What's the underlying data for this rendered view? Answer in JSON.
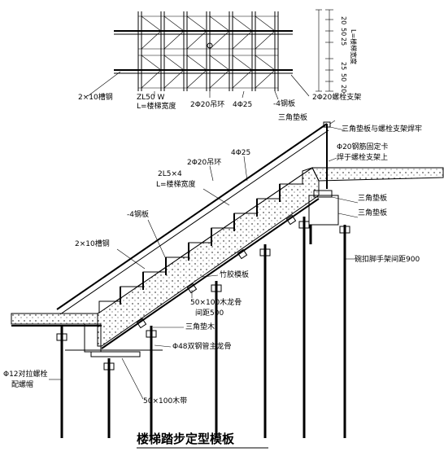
{
  "title": "楼梯踏步定型模板",
  "plan": {
    "label_left_1": "2×10槽钢",
    "label_left_2": "ZL50 W",
    "label_left_3": "L=楼梯宽度",
    "label_mid_1": "2Φ20吊环",
    "label_mid_2": "4Φ25",
    "label_mid_3": "-4钢板",
    "label_right_1": "2Φ20螺栓支架",
    "dim_top_1": "20",
    "dim_top_2": "50",
    "dim_top_3": "25",
    "dim_right_v": "L=楼梯宽度",
    "dim_bot_1": "25",
    "dim_bot_2": "50",
    "dim_bot_3": "20"
  },
  "section": {
    "triangle_pad_top": "三角垫板",
    "pad_bolt_weld": "三角垫板与螺栓支架焊牢",
    "rebar_clip_1": "Φ20钢筋固定卡",
    "rebar_clip_2": "焊于螺栓支架上",
    "four_phi25": "4Φ25",
    "two_phi20_ring": "2Φ20吊环",
    "l5x4_1": "2L5×4",
    "l5x4_2": "L=楼梯宽度",
    "steel_plate": "-4钢板",
    "channel": "2×10槽钢",
    "triangle_pad_r1": "三角垫板",
    "triangle_pad_r2": "三角垫板",
    "scaffold": "碗扣脚手架间距900",
    "bamboo": "竹胶模板",
    "joist_1": "50×100木龙骨",
    "joist_2": "间距500",
    "triangle_wood": "三角垫木",
    "steel_tube": "Φ48双钢管主龙骨",
    "tie_bolt_1": "Φ12对拉螺栓",
    "tie_bolt_2": "配螺帽",
    "wood_strip": "50×100木带"
  }
}
